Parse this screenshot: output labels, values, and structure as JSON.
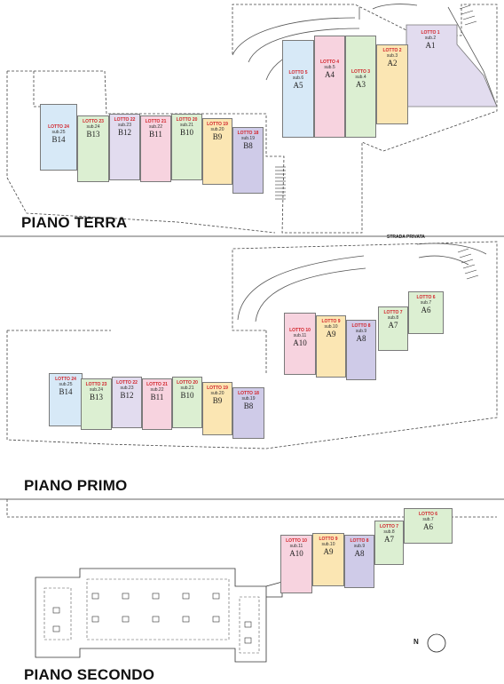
{
  "floors": [
    {
      "title": "PIANO TERRA",
      "lots": [
        {
          "lotto": "LOTTO 1",
          "sub": "sub.2",
          "code": "A1",
          "color": "#e2dcef"
        },
        {
          "lotto": "LOTTO 2",
          "sub": "sub.3",
          "code": "A2",
          "color": "#fbe6b3"
        },
        {
          "lotto": "LOTTO 3",
          "sub": "sub.4",
          "code": "A3",
          "color": "#dcefd2"
        },
        {
          "lotto": "LOTTO 4",
          "sub": "sub.5",
          "code": "A4",
          "color": "#f7d3df"
        },
        {
          "lotto": "LOTTO 5",
          "sub": "sub.6",
          "code": "A5",
          "color": "#d7e9f7"
        },
        {
          "lotto": "LOTTO 24",
          "sub": "sub.25",
          "code": "B14",
          "color": "#d7e9f7"
        },
        {
          "lotto": "LOTTO 23",
          "sub": "sub.24",
          "code": "B13",
          "color": "#dcefd2"
        },
        {
          "lotto": "LOTTO 22",
          "sub": "sub.23",
          "code": "B12",
          "color": "#e2dcef"
        },
        {
          "lotto": "LOTTO 21",
          "sub": "sub.22",
          "code": "B11",
          "color": "#f7d3df"
        },
        {
          "lotto": "LOTTO 20",
          "sub": "sub.21",
          "code": "B10",
          "color": "#dcefd2"
        },
        {
          "lotto": "LOTTO 19",
          "sub": "sub.20",
          "code": "B9",
          "color": "#fbe6b3"
        },
        {
          "lotto": "LOTTO 18",
          "sub": "sub.19",
          "code": "B8",
          "color": "#cfcbe8"
        }
      ]
    },
    {
      "title": "PIANO PRIMO",
      "street": "STRADA PRIVATA",
      "lots": [
        {
          "lotto": "LOTTO 6",
          "sub": "sub.7",
          "code": "A6",
          "color": "#dcefd2"
        },
        {
          "lotto": "LOTTO 7",
          "sub": "sub.8",
          "code": "A7",
          "color": "#dcefd2"
        },
        {
          "lotto": "LOTTO 8",
          "sub": "sub.9",
          "code": "A8",
          "color": "#cfcbe8"
        },
        {
          "lotto": "LOTTO 9",
          "sub": "sub.10",
          "code": "A9",
          "color": "#fbe6b3"
        },
        {
          "lotto": "LOTTO 10",
          "sub": "sub.11",
          "code": "A10",
          "color": "#f7d3df"
        },
        {
          "lotto": "LOTTO 24",
          "sub": "sub.25",
          "code": "B14",
          "color": "#d7e9f7"
        },
        {
          "lotto": "LOTTO 23",
          "sub": "sub.24",
          "code": "B13",
          "color": "#dcefd2"
        },
        {
          "lotto": "LOTTO 22",
          "sub": "sub.23",
          "code": "B12",
          "color": "#e2dcef"
        },
        {
          "lotto": "LOTTO 21",
          "sub": "sub.22",
          "code": "B11",
          "color": "#f7d3df"
        },
        {
          "lotto": "LOTTO 20",
          "sub": "sub.21",
          "code": "B10",
          "color": "#dcefd2"
        },
        {
          "lotto": "LOTTO 19",
          "sub": "sub.20",
          "code": "B9",
          "color": "#fbe6b3"
        },
        {
          "lotto": "LOTTO 18",
          "sub": "sub.19",
          "code": "B8",
          "color": "#cfcbe8"
        }
      ]
    },
    {
      "title": "PIANO SECONDO",
      "lots": [
        {
          "lotto": "LOTTO 6",
          "sub": "sub.7",
          "code": "A6",
          "color": "#dcefd2"
        },
        {
          "lotto": "LOTTO 7",
          "sub": "sub.8",
          "code": "A7",
          "color": "#dcefd2"
        },
        {
          "lotto": "LOTTO 8",
          "sub": "sub.9",
          "code": "A8",
          "color": "#cfcbe8"
        },
        {
          "lotto": "LOTTO 9",
          "sub": "sub.10",
          "code": "A9",
          "color": "#fbe6b3"
        },
        {
          "lotto": "LOTTO 10",
          "sub": "sub.11",
          "code": "A10",
          "color": "#f7d3df"
        }
      ]
    }
  ],
  "compass": {
    "label": "N"
  },
  "colors": {
    "lotto_label": "#d2232a",
    "outline": "#555555",
    "dashed": "#444444"
  }
}
